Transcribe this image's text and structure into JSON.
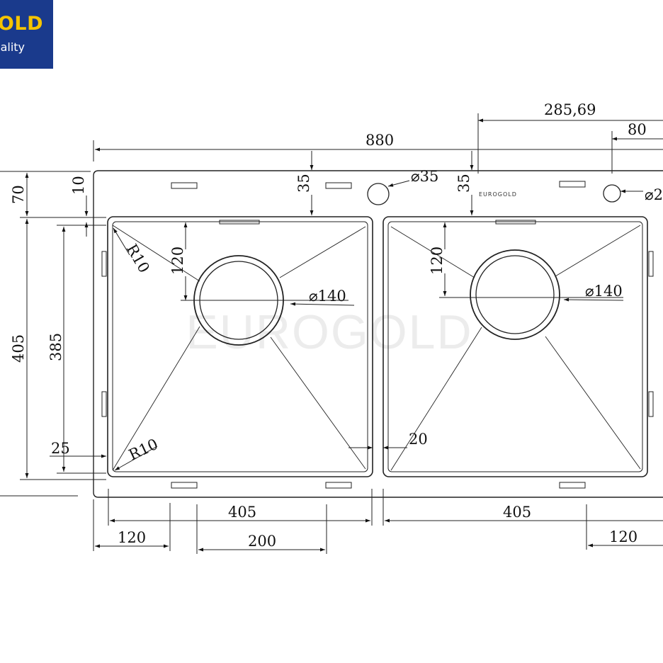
{
  "logo": {
    "brand_partial": "OLD",
    "tagline_partial": "ality",
    "bg_color": "#1a3a8c",
    "brand_color": "#f5c400"
  },
  "watermark": "EUROGOLD",
  "sink_engraving": "EUROGOLD",
  "dimensions": {
    "overall_width": "880",
    "tap_hole_offset": "285,69",
    "hole_edge_offset": "80",
    "hole_depth_left": "35",
    "hole_depth_right": "35",
    "hole_diameter": "⌀35",
    "hole_diameter_partial": "⌀2",
    "rim_top": "70",
    "rim_inner": "10",
    "overall_depth": "405",
    "bowl_depth": "385",
    "bottom_margin": "25",
    "corner_radius_top": "R10",
    "corner_radius_bottom": "R10",
    "drain_offset_left": "120",
    "drain_offset_right": "120",
    "drain_diameter_left": "⌀140",
    "drain_diameter_right": "⌀140",
    "divider_width": "20",
    "bowl_width_left": "405",
    "bowl_width_right": "405",
    "clip_offset_left": "120",
    "clip_spacing": "200",
    "clip_offset_right": "120"
  }
}
